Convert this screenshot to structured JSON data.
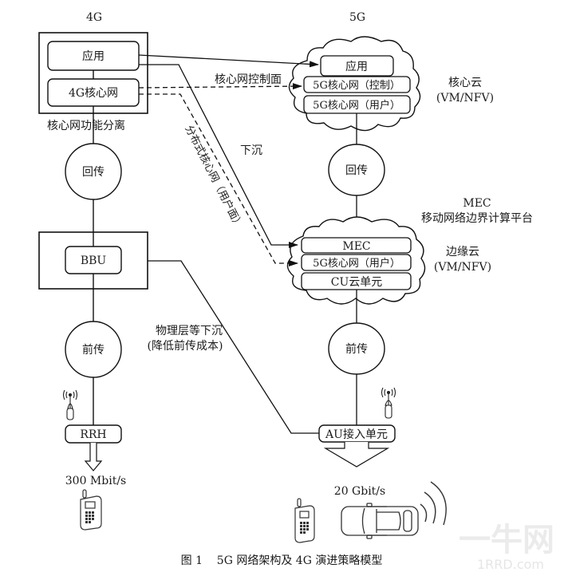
{
  "headers": {
    "left": "4G",
    "right": "5G"
  },
  "left_column": {
    "core_box": {
      "app": "应用",
      "core": "4G核心网",
      "caption": "核心网功能分离"
    },
    "backhaul": "回传",
    "bbu": "BBU",
    "fronthaul": "前传",
    "rrh": "RRH",
    "rate": "300 Mbit/s"
  },
  "right_column": {
    "core_cloud": {
      "items": [
        "应用",
        "5G核心网（控制）",
        "5G核心网（用户）"
      ],
      "label_line1": "核心云",
      "label_line2": "(VM/NFV)"
    },
    "backhaul": "回传",
    "mec_label_line1": "MEC",
    "mec_label_line2": "移动网络边界计算平台",
    "edge_cloud": {
      "items": [
        "MEC",
        "5G核心网（用户）",
        "CU云单元"
      ],
      "label_line1": "边缘云",
      "label_line2": "(VM/NFV)"
    },
    "fronthaul": "前传",
    "au": "AU接入单元",
    "rate": "20 Gbit/s"
  },
  "connectors": {
    "control_plane": "核心网控制面",
    "sink": "下沉",
    "distributed_core": "分布式核心网（用户面）",
    "phy_sink_line1": "物理层等下沉",
    "phy_sink_line2": "(降低前传成本)"
  },
  "caption": "图 1    5G 网络架构及 4G 演进策略模型",
  "watermark": {
    "main": "一牛网",
    "sub": "1RRD.com"
  }
}
